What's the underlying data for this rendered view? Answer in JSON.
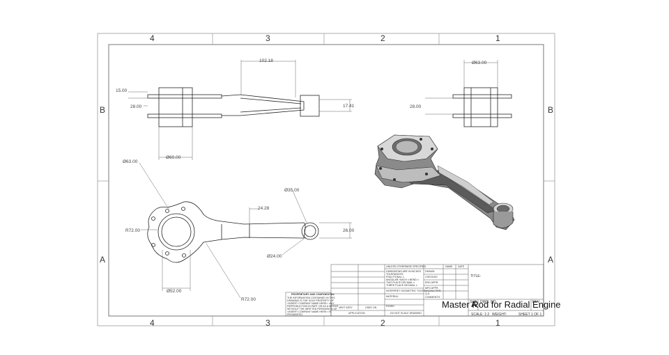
{
  "zones": {
    "columns": [
      "4",
      "3",
      "2",
      "1"
    ],
    "rows": [
      "B",
      "A"
    ]
  },
  "dimensions": {
    "top_length": "102.18",
    "flange_thickness": "15.00",
    "flange_gap": "28.00",
    "rod_end_height": "17.41",
    "hub_diameter": "Ø60.00",
    "side_outer_diameter": "Ø63.00",
    "side_gap": "28.00",
    "front_outer_diameter": "Ø63.00",
    "small_end_diameter": "Ø35.00",
    "rod_width_mid": "24.28",
    "rod_end_width": "26.00",
    "outer_radius": "R72.00",
    "pin_diameter": "Ø24.00",
    "bore_diameter": "Ø52.00",
    "lower_radius": "R72.00"
  },
  "title_block": {
    "unless_otherwise_specified": "UNLESS OTHERWISE SPECIFIED:",
    "name_header": "NAME",
    "date_header": "DATE",
    "spec_lines": [
      "DIMENSIONS ARE IN INCHES",
      "TOLERANCES:",
      "FRACTIONAL ±",
      "ANGULAR: MACH ±   BEND ±",
      "TWO PLACE DECIMAL   ±",
      "THREE PLACE DECIMAL  ±"
    ],
    "interpret": "INTERPRET GEOMETRIC TOLERANCING PER:",
    "material": "MATERIAL",
    "finish": "FINISH",
    "drawn": "DRAWN",
    "checked": "CHECKED",
    "eng_appr": "ENG APPR.",
    "mfg_appr": "MFG APPR.",
    "qa": "Q.A.",
    "comments": "COMMENTS:",
    "title_label": "TITLE:",
    "proprietary_heading": "PROPRIETARY AND CONFIDENTIAL",
    "proprietary_lines": [
      "THE INFORMATION CONTAINED IN THIS",
      "DRAWING IS THE SOLE PROPERTY OF",
      "<INSERT COMPANY NAME HERE>. ANY",
      "REPRODUCTION IN PART OR AS A WHOLE",
      "WITHOUT THE WRITTEN PERMISSION OF",
      "<INSERT COMPANY NAME HERE> IS",
      "PROHIBITED."
    ],
    "next_assy": "NEXT ASSY",
    "used_on": "USED ON",
    "application": "APPLICATION",
    "do_not_scale": "DO NOT SCALE DRAWING",
    "size_label": "SIZE",
    "dwg_no_label": "DWG.  NO.",
    "rev_label": "REV",
    "size_value": "A",
    "part_name": "Master Rod for Radial Engine",
    "scale": "SCALE: 1:2",
    "weight": "WEIGHT:",
    "sheet": "SHEET 1 OF 1"
  }
}
